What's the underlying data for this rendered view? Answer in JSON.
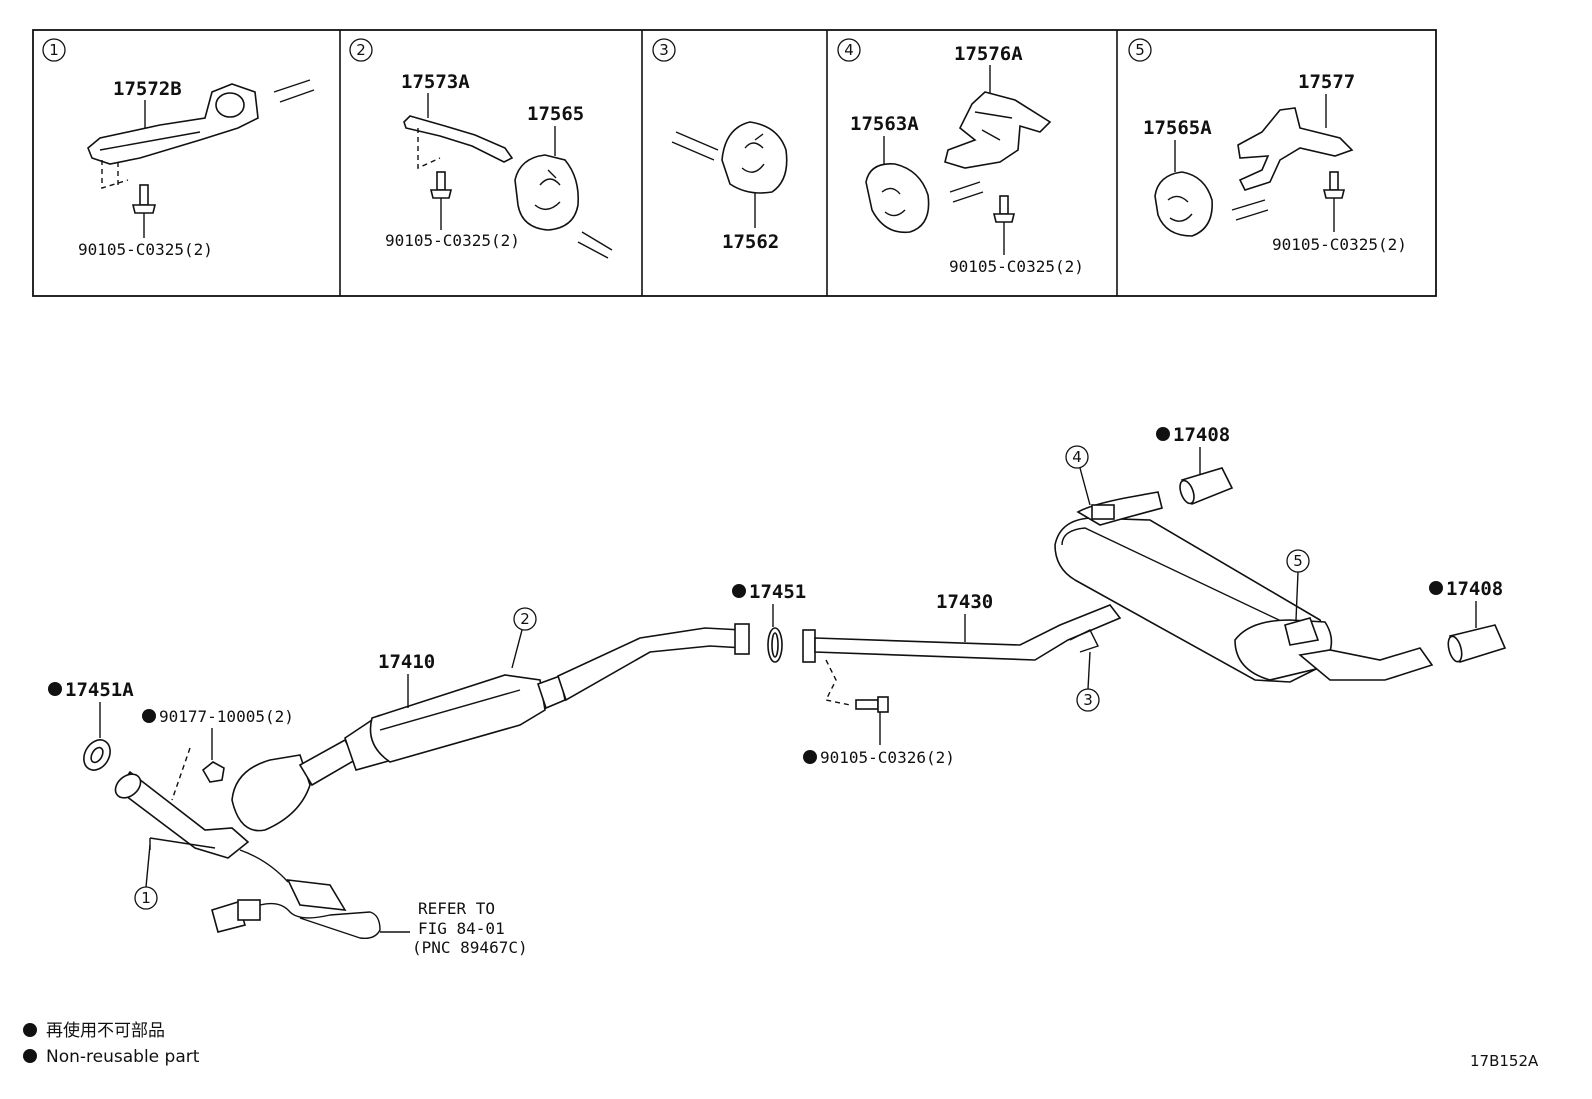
{
  "detail_boxes": [
    {
      "num": "1",
      "parts": [
        "17572B"
      ],
      "bolt": "90105-C0325(2)"
    },
    {
      "num": "2",
      "parts": [
        "17573A",
        "17565"
      ],
      "bolt": "90105-C0325(2)"
    },
    {
      "num": "3",
      "parts": [
        "17562"
      ],
      "bolt": ""
    },
    {
      "num": "4",
      "parts": [
        "17576A",
        "17563A"
      ],
      "bolt": "90105-C0325(2)"
    },
    {
      "num": "5",
      "parts": [
        "17577",
        "17565A"
      ],
      "bolt": "90105-C0325(2)"
    }
  ],
  "main_labels": {
    "front_pipe": "17410",
    "gasket_17451": "17451",
    "center_pipe": "17430",
    "tail_tip_top": "17408",
    "tail_tip_right": "17408",
    "gasket_17451a": "17451A",
    "nut": "90177-10005(2)",
    "bolt_lower": "90105-C0326(2)"
  },
  "callouts": [
    "1",
    "2",
    "3",
    "4",
    "5"
  ],
  "refer": {
    "line1": "REFER TO",
    "line2": "FIG 84-01",
    "line3": "(PNC 89467C)"
  },
  "legend": {
    "jp": "再使用不可部品",
    "en": "Non-reusable part"
  },
  "figure_code": "17B152A"
}
